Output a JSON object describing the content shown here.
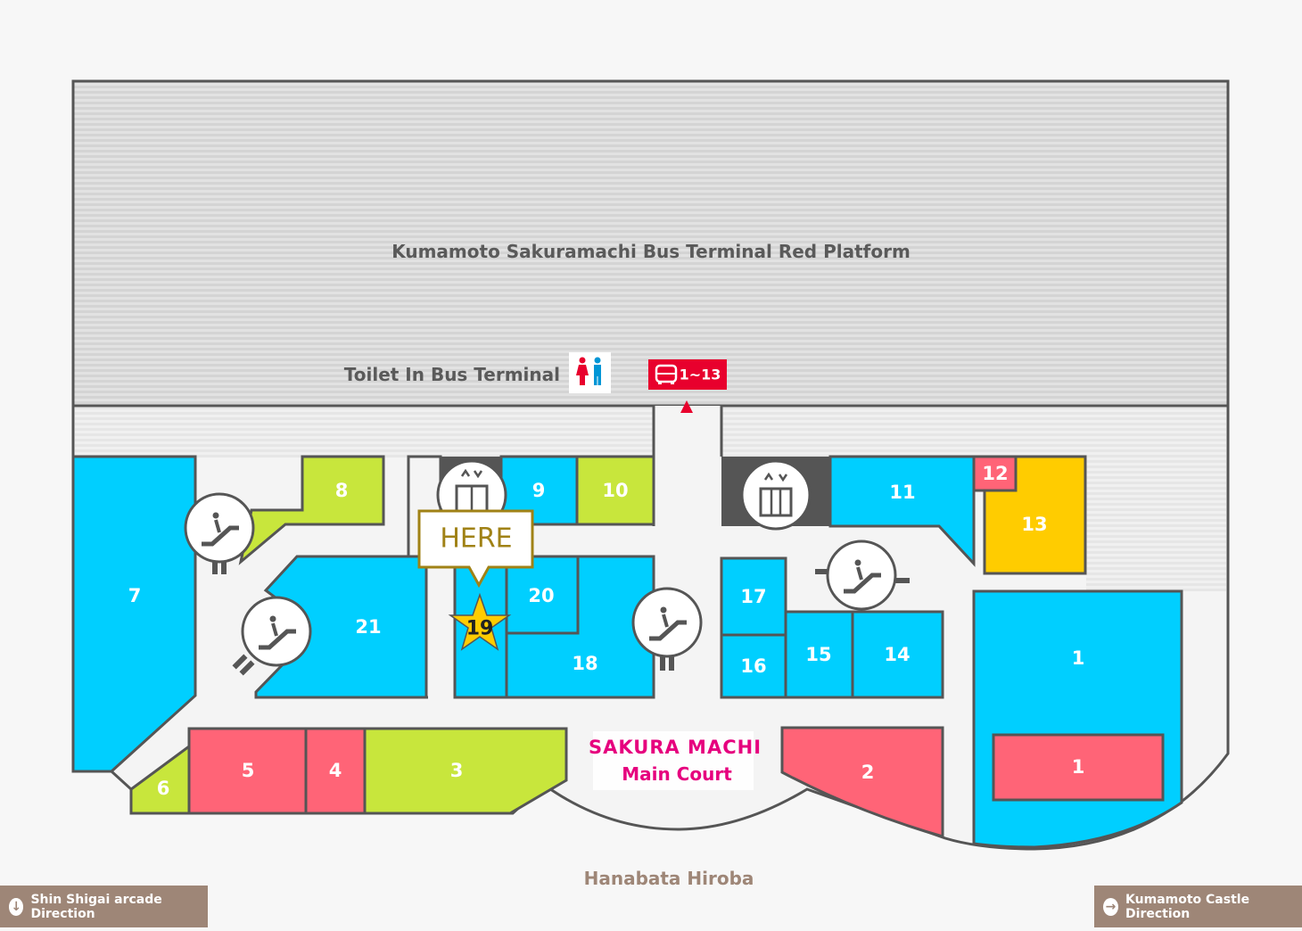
{
  "terminal": {
    "platform_label": "Kumamoto Sakuramachi Bus Terminal Red Platform"
  },
  "toilet": {
    "label": "Toilet In Bus Terminal",
    "icon": "restroom-icon"
  },
  "bus_stop": {
    "label": "1~13",
    "icon": "bus-icon",
    "color": "#e8002d"
  },
  "here_marker": {
    "label": "HERE",
    "unit": "19",
    "color": "#a08216"
  },
  "court": {
    "title": "SAKURA MACHI",
    "subtitle": "Main Court",
    "color": "#e6007e"
  },
  "bottom_label": "Hanabata Hiroba",
  "units": {
    "u1a": "1",
    "u1b": "1",
    "u2": "2",
    "u3": "3",
    "u4": "4",
    "u5": "5",
    "u6": "6",
    "u7": "7",
    "u8": "8",
    "u9": "9",
    "u10": "10",
    "u11": "11",
    "u12": "12",
    "u13": "13",
    "u14": "14",
    "u15": "15",
    "u16": "16",
    "u17": "17",
    "u18": "18",
    "u20": "20",
    "u21": "21"
  },
  "directions": {
    "left": "Shin Shigai arcade Direction",
    "right": "Kumamoto Castle Direction"
  },
  "colors": {
    "blue": "#00cfff",
    "green": "#c8e63c",
    "pink": "#ff6477",
    "yellow": "#ffcc00",
    "outline": "#555555",
    "direction_bg": "#9e8677"
  }
}
